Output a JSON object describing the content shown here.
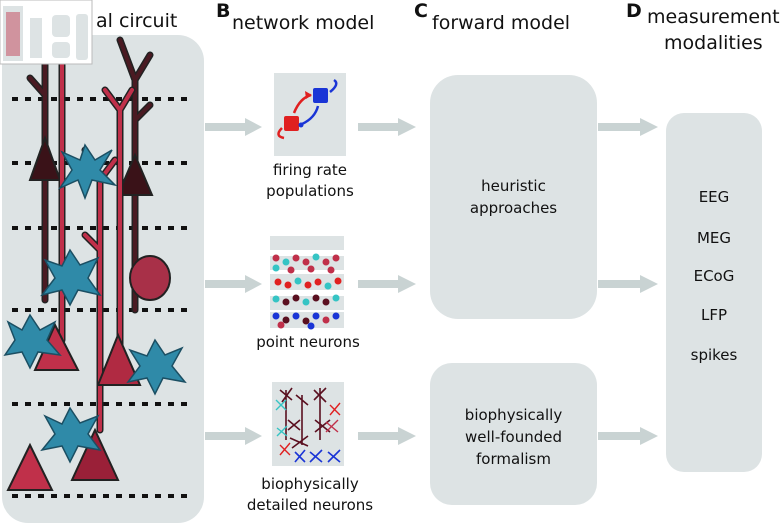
{
  "panels": {
    "A": {
      "letter": "",
      "title": "al circuit"
    },
    "B": {
      "letter": "B",
      "title": "network model"
    },
    "C": {
      "letter": "C",
      "title": "forward model"
    },
    "D": {
      "letter": "D",
      "title_line1": "measurement",
      "title_line2": "modalities"
    }
  },
  "network_models": [
    {
      "line1": "firing rate",
      "line2": "populations"
    },
    {
      "line1": "point neurons",
      "line2": ""
    },
    {
      "line1": "biophysically",
      "line2": "detailed neurons"
    }
  ],
  "forward_models": [
    {
      "line1": "heuristic",
      "line2": "approaches",
      "line3": ""
    },
    {
      "line1": "biophysically",
      "line2": "well-founded",
      "line3": "formalism"
    }
  ],
  "modalities": [
    "EEG",
    "MEG",
    "ECoG",
    "LFP",
    "spikes"
  ],
  "colors": {
    "panel_bg": "#dde3e4",
    "arrow": "#c9d3d3",
    "excitatory": "#e02020",
    "inhibitory": "#1a35d6",
    "pyramidal_dark": "#3a1218",
    "pyramidal_red": "#c0304a",
    "interneuron": "#2f8aa8"
  }
}
